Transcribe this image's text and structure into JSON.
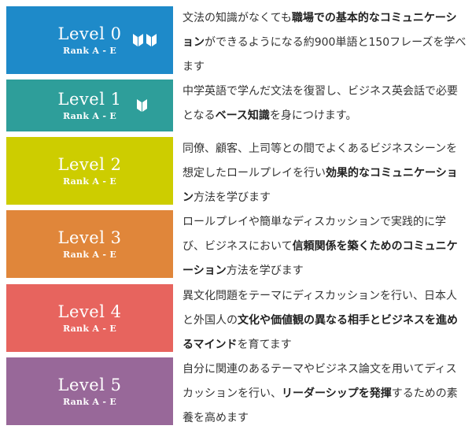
{
  "levels": [
    {
      "title": "Level 0",
      "rank": "Rank A - E",
      "color": "#1e8ac9",
      "badge": "double-leaf-badge-icon",
      "description": [
        {
          "text": "文法の知識がなくても",
          "bold": false
        },
        {
          "text": "職場での基本的なコミュニケーション",
          "bold": true
        },
        {
          "text": "ができるようになる約900単語と150フレーズを学べます",
          "bold": false
        }
      ]
    },
    {
      "title": "Level 1",
      "rank": "Rank A - E",
      "color": "#2e9e9a",
      "badge": "single-leaf-badge-icon",
      "description": [
        {
          "text": "中学英語で学んだ文法を復習し、ビジネス英会話で必要となる",
          "bold": false
        },
        {
          "text": "ベース知識",
          "bold": true
        },
        {
          "text": "を身につけます。",
          "bold": false
        }
      ]
    },
    {
      "title": "Level 2",
      "rank": "Rank A - E",
      "color": "#cdcd00",
      "badge": "",
      "description": [
        {
          "text": "同僚、顧客、上司等との間でよくあるビジネスシーンを想定したロールプレイを行い",
          "bold": false
        },
        {
          "text": "効果的なコミュニケーション",
          "bold": true
        },
        {
          "text": "方法を学びます",
          "bold": false
        }
      ]
    },
    {
      "title": "Level 3",
      "rank": "Rank A - E",
      "color": "#e0863a",
      "badge": "",
      "description": [
        {
          "text": "ロールプレイや簡単なディスカッションで実践的に学び、ビジネスにおいて",
          "bold": false
        },
        {
          "text": "信頼関係を築くためのコミュニケーション",
          "bold": true
        },
        {
          "text": "方法を学びます",
          "bold": false
        }
      ]
    },
    {
      "title": "Level 4",
      "rank": "Rank A - E",
      "color": "#e7645e",
      "badge": "",
      "description": [
        {
          "text": "異文化問題をテーマにディスカッションを行い、日本人と外国人の",
          "bold": false
        },
        {
          "text": "文化や価値観の異なる相手とビジネスを進めるマインド",
          "bold": true
        },
        {
          "text": "を育てます",
          "bold": false
        }
      ]
    },
    {
      "title": "Level 5",
      "rank": "Rank A - E",
      "color": "#986899",
      "badge": "",
      "description": [
        {
          "text": "自分に関連のあるテーマやビジネス論文を用いてディスカッションを行い、",
          "bold": false
        },
        {
          "text": "リーダーシップを発揮",
          "bold": true
        },
        {
          "text": "するための素養を高めます",
          "bold": false
        }
      ]
    }
  ]
}
